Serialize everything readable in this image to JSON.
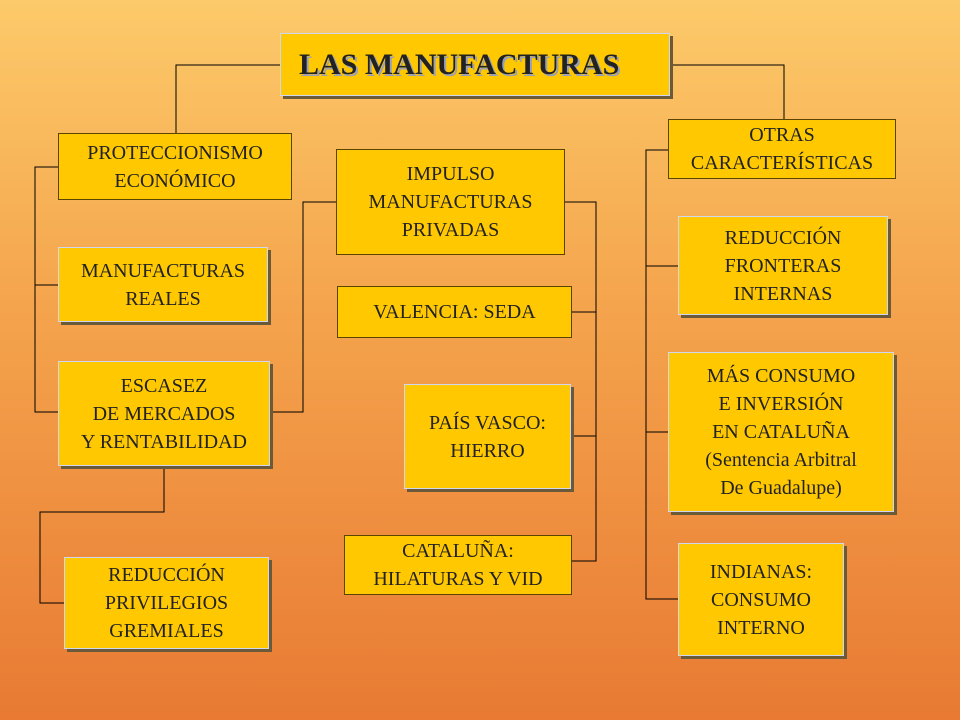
{
  "title": "LAS MANUFACTURAS",
  "left": {
    "proteccionismo": "PROTECCIONISMO\nECONÓMICO",
    "manufacturas_reales": "MANUFACTURAS\nREALES",
    "escasez": "ESCASEZ\nDE MERCADOS\nY RENTABILIDAD",
    "reduccion_privilegios": "REDUCCIÓN\nPRIVILEGIOS\nGREMIALES"
  },
  "center": {
    "impulso": "IMPULSO\nMANUFACTURAS\nPRIVADAS",
    "valencia": "VALENCIA: SEDA",
    "pais_vasco": "PAÍS VASCO:\nHIERRO",
    "cataluna": "CATALUÑA:\nHILATURAS Y VID"
  },
  "right": {
    "otras": "OTRAS\nCARACTERÍSTICAS",
    "reduccion_fronteras": "REDUCCIÓN\nFRONTERAS\nINTERNAS",
    "mas_consumo": "MÁS CONSUMO\nE INVERSIÓN\nEN CATALUÑA\n(Sentencia Arbitral\nDe Guadalupe)",
    "indianas": "INDIANAS:\nCONSUMO\nINTERNO"
  },
  "colors": {
    "box_fill": "#ffc800",
    "connector": "#000000",
    "background_top": "#fcca6a",
    "background_bottom": "#e87a33"
  }
}
